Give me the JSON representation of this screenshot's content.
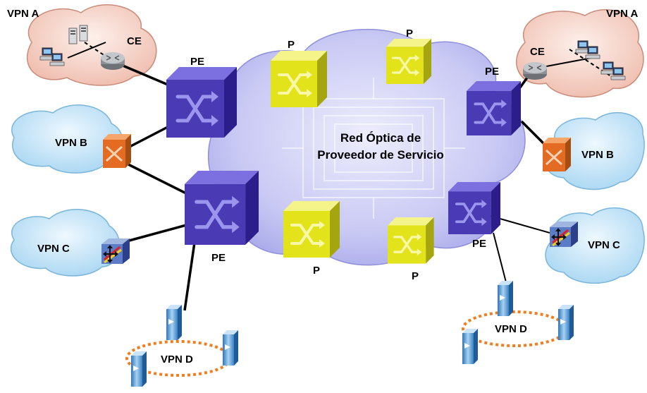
{
  "core_network": {
    "line1": "Red Óptica de",
    "line2": "Proveedor de Servicio"
  },
  "vpns": {
    "a_left": "VPN A",
    "a_right": "VPN A",
    "b_left": "VPN B",
    "b_right": "VPN B",
    "c_left": "VPN C",
    "c_right": "VPN C",
    "d_left": "VPN D",
    "d_right": "VPN D"
  },
  "devices": {
    "ce_left": "CE",
    "ce_right": "CE",
    "pe_top_left": "PE",
    "pe_bottom_left": "PE",
    "pe_top_right": "PE",
    "pe_bottom_right": "PE",
    "p_top_left": "P",
    "p_top_right": "P",
    "p_bottom_left": "P",
    "p_bottom_right": "P"
  },
  "colors": {
    "core_cloud": "#c8c8f4",
    "pe_router": "#4a3ab4",
    "p_router": "#e6e61a",
    "vpn_a_cloud": "#f5cfc2",
    "vpn_bc_cloud": "#bfe2f6",
    "vpn_d_ring": "#f07d1e"
  }
}
